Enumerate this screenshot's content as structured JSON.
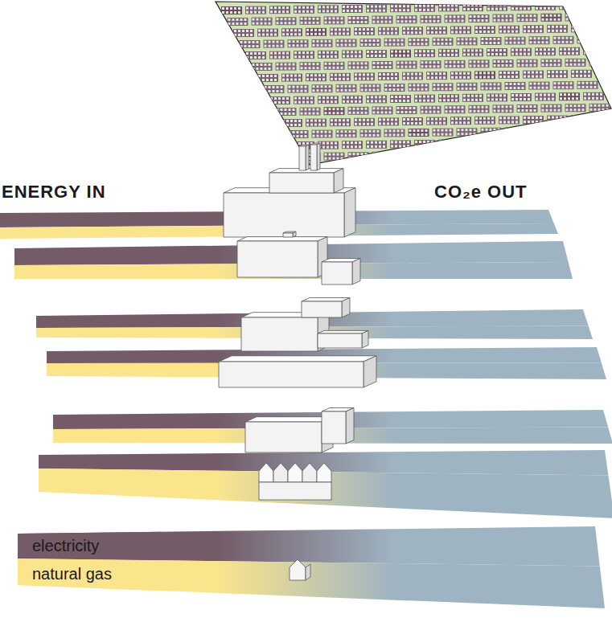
{
  "diagram": {
    "labels": [
      "ENERGY IN",
      "CO₂e OUT"
    ],
    "legend": [
      {
        "text": "electricity",
        "color": "#735b68"
      },
      {
        "text": "natural gas",
        "color": "#fbe58c"
      }
    ]
  }
}
